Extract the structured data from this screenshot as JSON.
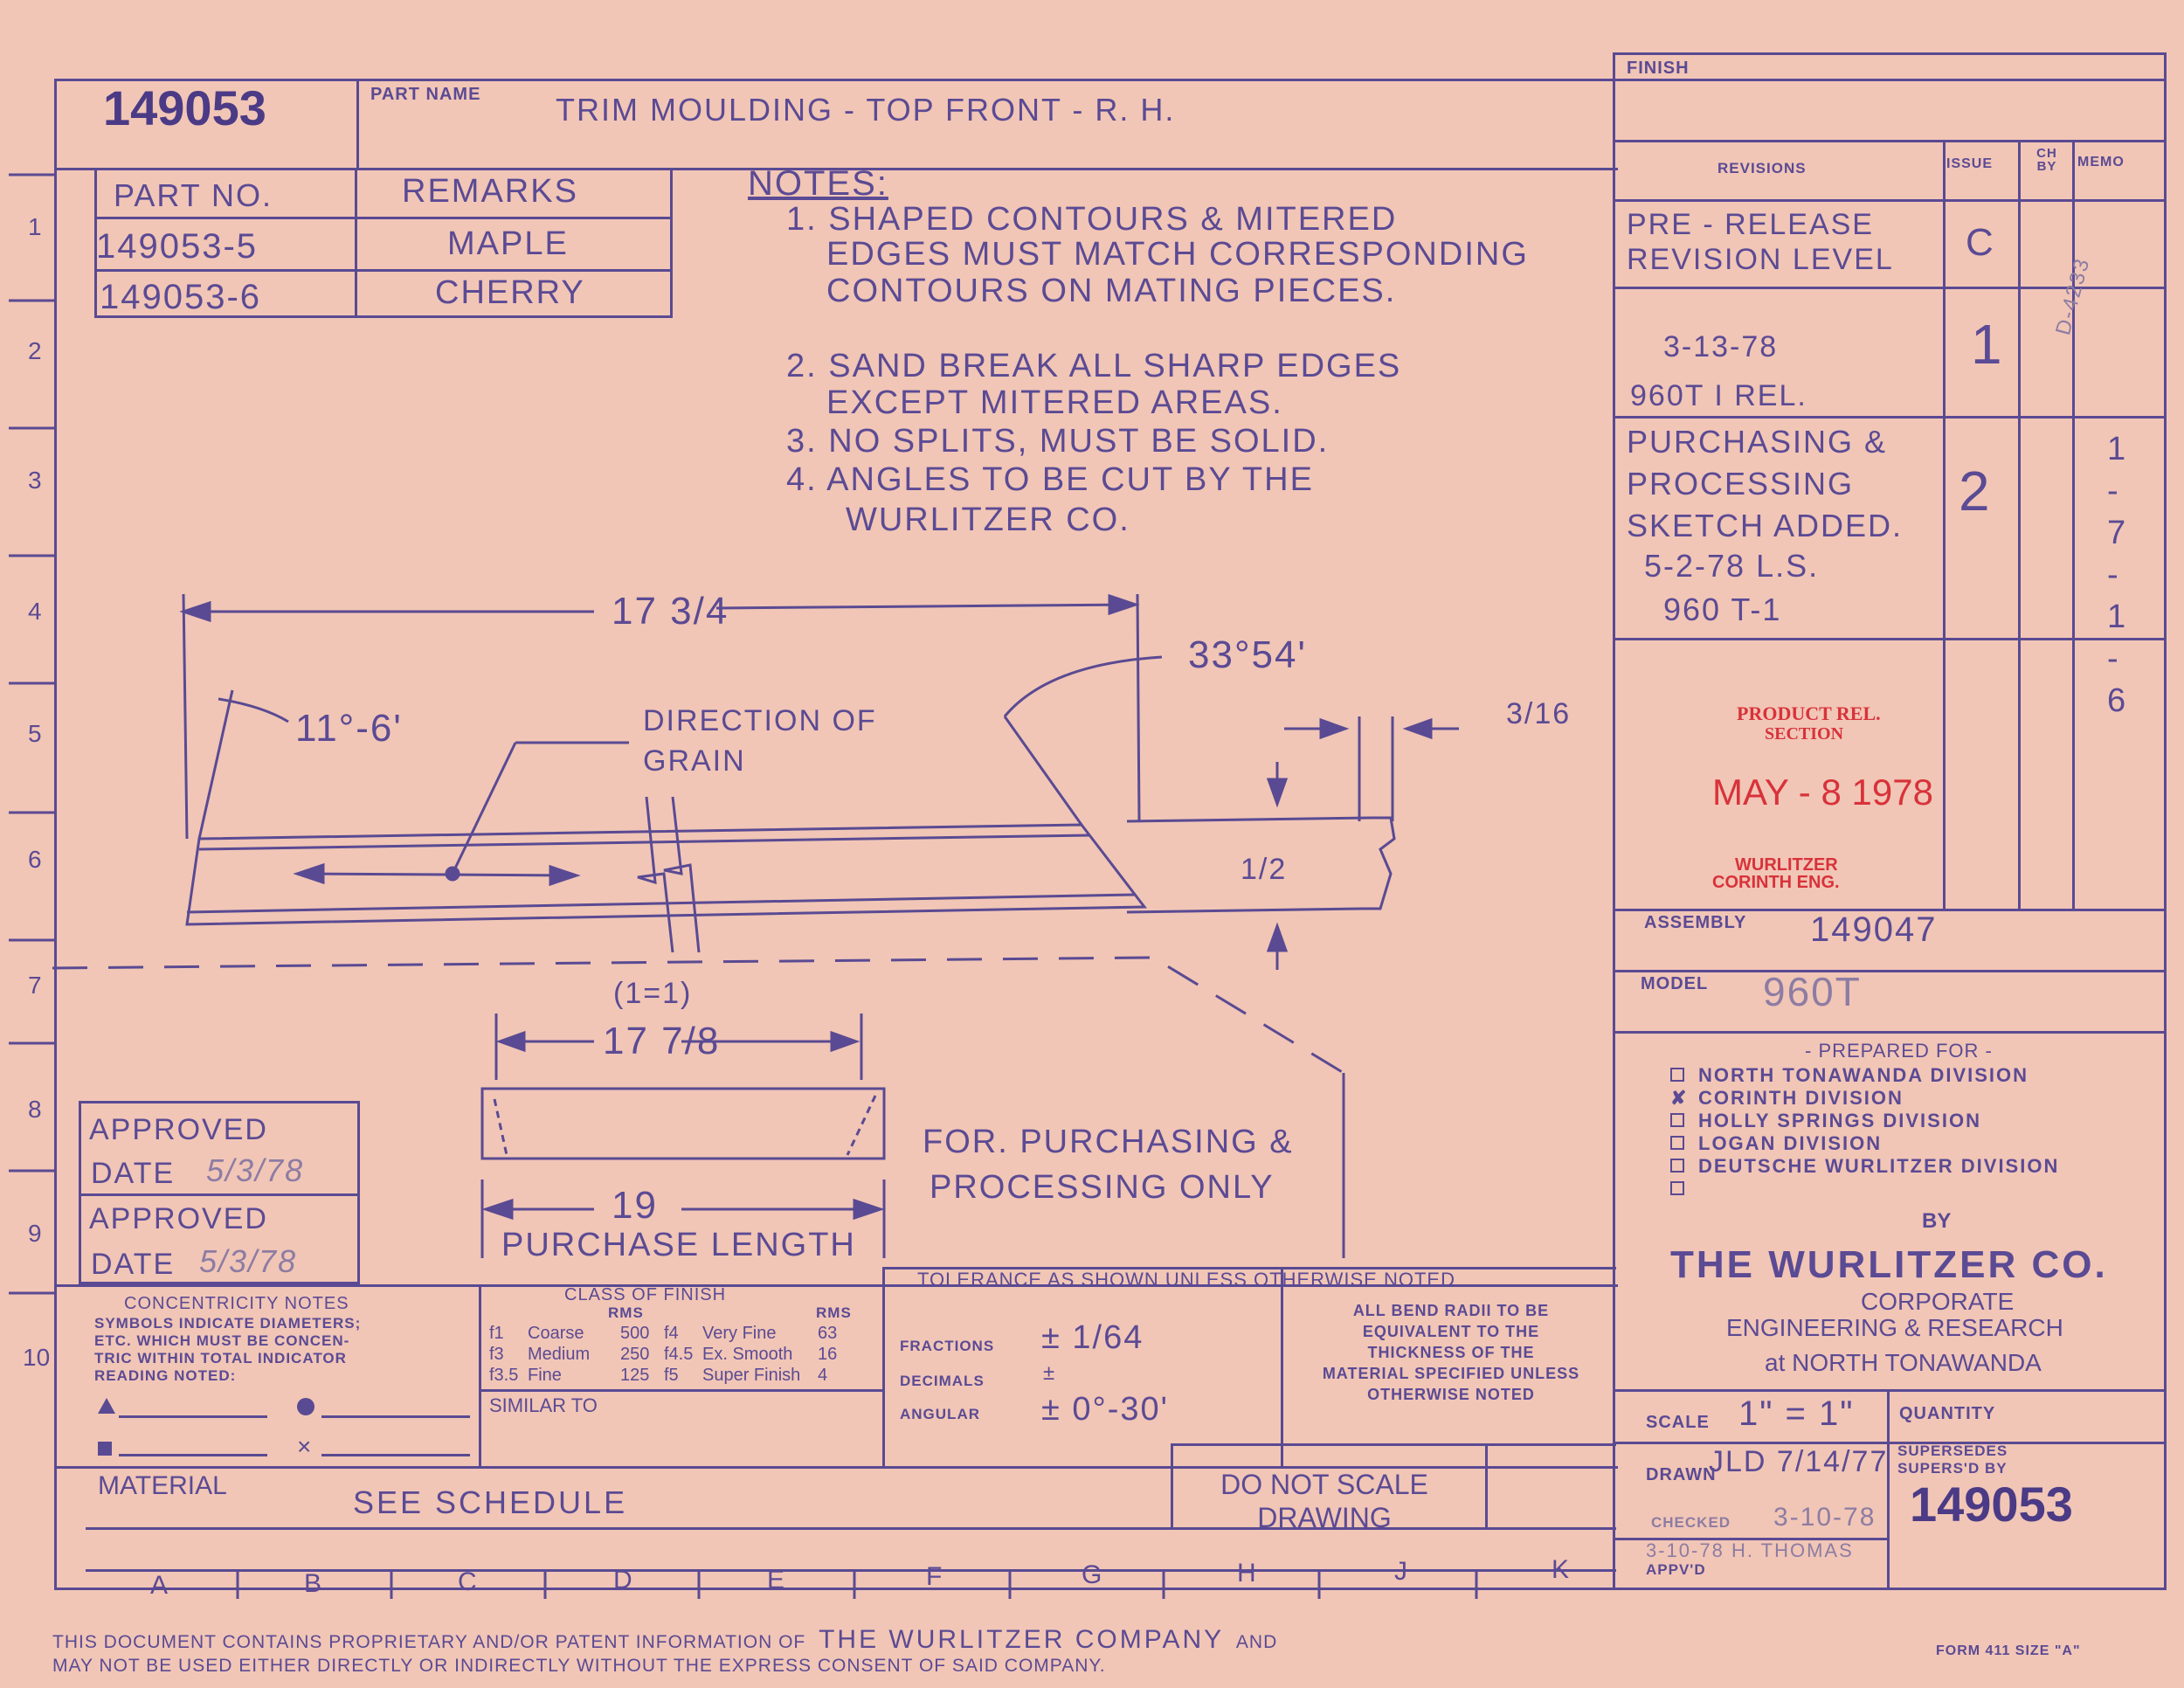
{
  "title_block": {
    "drawing_number": "149053",
    "part_name_label": "PART NAME",
    "part_name": "TRIM MOULDING - TOP FRONT - R. H.",
    "finish_label": "FINISH"
  },
  "parts_table": {
    "headers": [
      "PART NO.",
      "REMARKS"
    ],
    "rows": [
      {
        "part": "149053-5",
        "remark": "MAPLE"
      },
      {
        "part": "149053-6",
        "remark": "CHERRY"
      }
    ]
  },
  "notes": {
    "heading": "NOTES:",
    "lines": [
      "1. SHAPED CONTOURS & MITERED",
      "EDGES MUST MATCH CORRESPONDING",
      "CONTOURS ON MATING PIECES.",
      "2. SAND BREAK ALL SHARP EDGES",
      "EXCEPT MITERED AREAS.",
      "3. NO SPLITS, MUST BE SOLID.",
      "4. ANGLES TO BE CUT BY THE",
      "WURLITZER CO."
    ]
  },
  "revisions": {
    "headers": [
      "REVISIONS",
      "ISSUE",
      "CH BY",
      "MEMO"
    ],
    "rows": [
      {
        "text": [
          "PRE - RELEASE",
          "REVISION LEVEL"
        ],
        "issue": "C",
        "by": "",
        "memo": ""
      },
      {
        "text": [
          "3-13-78",
          "960T I REL."
        ],
        "issue": "1",
        "by": "",
        "memo": "D-4233"
      },
      {
        "text": [
          "PURCHASING &",
          "PROCESSING",
          "SKETCH ADDED.",
          "5-2-78 L.S.",
          "960 T-1"
        ],
        "issue": "2",
        "by": "",
        "memo": "1-7-1-6"
      }
    ]
  },
  "stamp": {
    "top": "PRODUCT REL.",
    "section": "SECTION",
    "date": "MAY - 8 1978",
    "org1": "WURLITZER",
    "org2": "CORINTH ENG."
  },
  "assembly": {
    "label": "ASSEMBLY",
    "value": "149047"
  },
  "model": {
    "label": "MODEL",
    "value": "960T"
  },
  "prepared_for": {
    "heading": "- PREPARED FOR -",
    "divisions": [
      {
        "name": "NORTH TONAWANDA DIVISION",
        "checked": false
      },
      {
        "name": "CORINTH DIVISION",
        "checked": true
      },
      {
        "name": "HOLLY SPRINGS DIVISION",
        "checked": false
      },
      {
        "name": "LOGAN DIVISION",
        "checked": false
      },
      {
        "name": "DEUTSCHE WURLITZER DIVISION",
        "checked": false
      },
      {
        "name": "",
        "checked": false
      }
    ],
    "by": "BY"
  },
  "company": {
    "name": "THE WURLITZER CO.",
    "line1": "CORPORATE",
    "line2": "ENGINEERING & RESEARCH",
    "line3": "at NORTH TONAWANDA"
  },
  "drawing": {
    "overall_length": "17 3/4",
    "angle_left": "11°-6'",
    "angle_right": "33°54'",
    "grain_label_1": "DIRECTION OF",
    "grain_label_2": "GRAIN",
    "thickness": "3/16",
    "height": "1/2",
    "scale_note": "(1=1)",
    "cut_length": "17 7/8",
    "purchase_length": "19",
    "purchase_label": "PURCHASE LENGTH",
    "purchasing_note_1": "FOR. PURCHASING &",
    "purchasing_note_2": "PROCESSING ONLY"
  },
  "approvals": [
    {
      "label": "APPROVED",
      "date_label": "DATE",
      "date": "5/3/78"
    },
    {
      "label": "APPROVED",
      "date_label": "DATE",
      "date": "5/3/78"
    }
  ],
  "concentricity": {
    "title": "CONCENTRICITY NOTES",
    "lines": [
      "SYMBOLS INDICATE DIAMETERS;",
      "ETC. WHICH MUST BE CONCEN-",
      "TRIC WITHIN TOTAL INDICATOR",
      "READING NOTED:"
    ]
  },
  "finish_class": {
    "title": "CLASS OF FINISH",
    "rms": "RMS",
    "rows": [
      [
        "f1",
        "Coarse",
        "500",
        "f4",
        "Very Fine",
        "63"
      ],
      [
        "f3",
        "Medium",
        "250",
        "f4.5",
        "Ex. Smooth",
        "16"
      ],
      [
        "f3.5",
        "Fine",
        "125",
        "f5",
        "Super Finish",
        "4"
      ]
    ],
    "similar_to": "SIMILAR TO"
  },
  "tolerance": {
    "title": "TOLERANCE AS SHOWN UNLESS OTHERWISE NOTED",
    "fractions_label": "FRACTIONS",
    "fractions": "± 1/64",
    "decimals_label": "DECIMALS",
    "decimals": "±",
    "angular_label": "ANGULAR",
    "angular": "± 0°-30'"
  },
  "bend_note": [
    "ALL BEND RADII TO BE",
    "EQUIVALENT TO THE",
    "THICKNESS OF THE",
    "MATERIAL SPECIFIED UNLESS",
    "OTHERWISE NOTED"
  ],
  "material": {
    "label": "MATERIAL",
    "value": "SEE SCHEDULE"
  },
  "no_scale": [
    "DO NOT SCALE",
    "DRAWING"
  ],
  "scale": {
    "label": "SCALE",
    "value": "1\" = 1\""
  },
  "quantity": {
    "label": "QUANTITY"
  },
  "drawn": {
    "label": "DRAWN",
    "value": "JLD 7/14/77"
  },
  "checked": {
    "label": "CHECKED",
    "value": "3-10-78"
  },
  "approved_by": {
    "label": "APPV'D",
    "value": "3-10-78 H. THOMAS"
  },
  "supersedes": {
    "label1": "SUPERSEDES",
    "label2": "SUPERS'D BY",
    "number": "149053"
  },
  "zones_rows": [
    "1",
    "2",
    "3",
    "4",
    "5",
    "6",
    "7",
    "8",
    "9",
    "10"
  ],
  "zones_cols": [
    "A",
    "B",
    "C",
    "D",
    "E",
    "F",
    "G",
    "H",
    "J",
    "K"
  ],
  "footer": {
    "line1a": "THIS DOCUMENT CONTAINS PROPRIETARY AND/OR PATENT INFORMATION OF",
    "company": "THE WURLITZER COMPANY",
    "line1b": "AND",
    "line2": "MAY NOT BE USED EITHER DIRECTLY OR INDIRECTLY WITHOUT THE EXPRESS CONSENT OF SAID COMPANY.",
    "form": "FORM 411 SIZE \"A\""
  }
}
